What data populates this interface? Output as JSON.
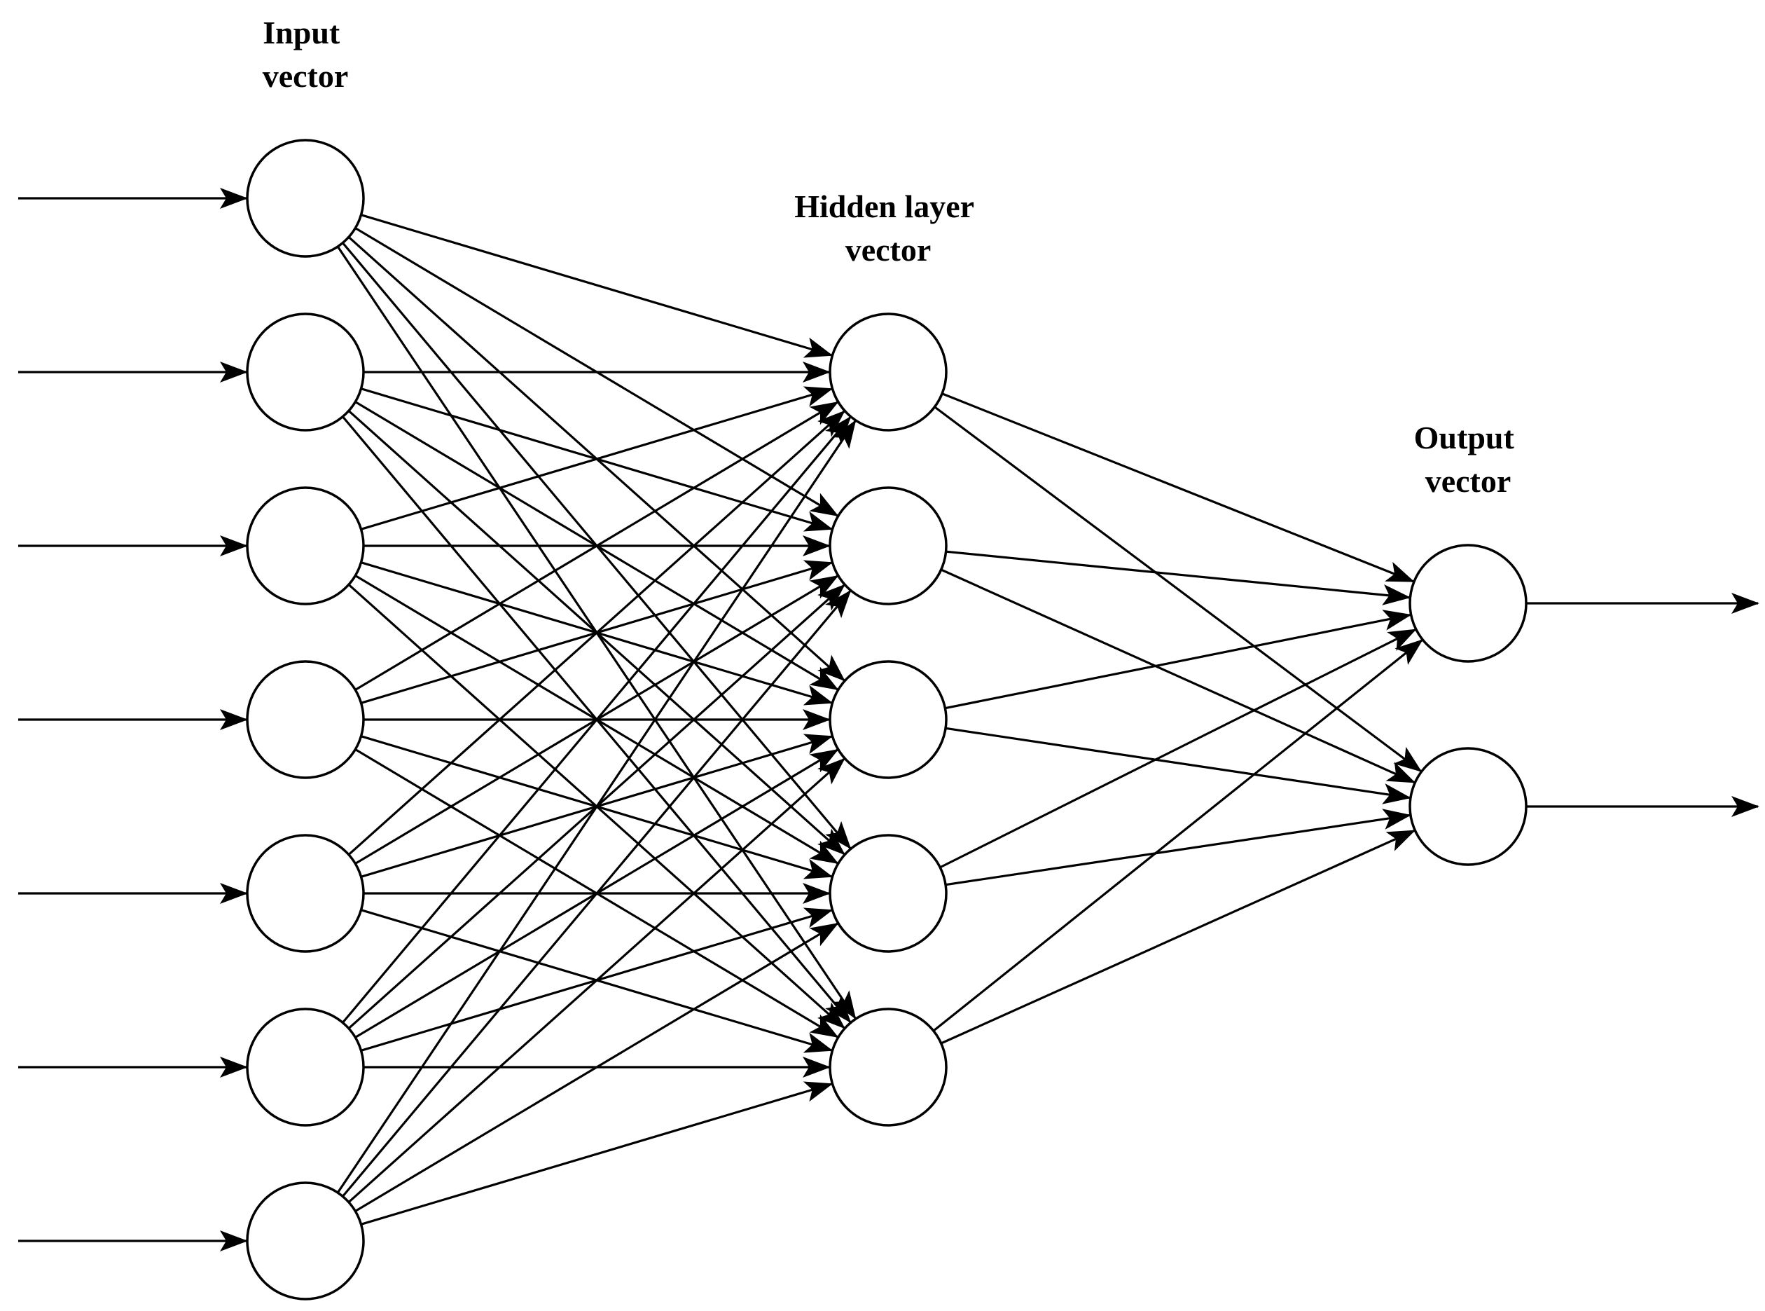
{
  "diagram": {
    "title": "",
    "line_color": "#000000",
    "node_fill": "#ffffff",
    "layers": [
      {
        "id": "input",
        "label_lines": [
          "Input",
          "vector"
        ],
        "node_count": 7
      },
      {
        "id": "hidden",
        "label_lines": [
          "Hidden layer",
          "vector"
        ],
        "node_count": 5
      },
      {
        "id": "output",
        "label_lines": [
          "Output",
          "vector"
        ],
        "node_count": 2
      }
    ],
    "connectivity": "fully-connected",
    "input_arrows": true,
    "output_arrows": true
  }
}
